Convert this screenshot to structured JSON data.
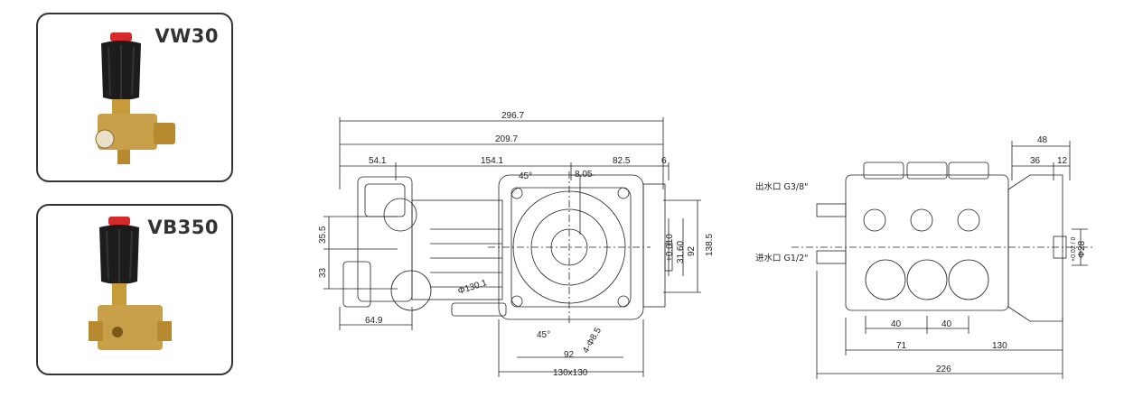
{
  "valves": [
    {
      "model": "VW30"
    },
    {
      "model": "VB350"
    }
  ],
  "side_view": {
    "dims": {
      "overall_length": "296.7",
      "length_209": "209.7",
      "d54": "54.1",
      "d154": "154.1",
      "d82": "82.5",
      "d6": "6",
      "d805": "8.05",
      "angle_top": "45°",
      "angle_bottom": "45°",
      "d355": "35.5",
      "d33": "33",
      "d649": "64.9",
      "phi130": "Φ130.1",
      "h_tol": "+0.010",
      "h3160": "31.60",
      "h92": "92",
      "h1385": "138.5",
      "w92": "92",
      "flange": "130x130",
      "hole": "4-Φ8.5"
    }
  },
  "end_view": {
    "outlet_label": "出水口 G3/8\"",
    "inlet_label": "进水口 G1/2\"",
    "dims": {
      "d48": "48",
      "d36": "36",
      "d12": "12",
      "d40a": "40",
      "d40b": "40",
      "d71": "71",
      "d130": "130",
      "d226": "226",
      "shaft": "Φ28",
      "shaft_tol": "+0.02 / 0"
    }
  }
}
